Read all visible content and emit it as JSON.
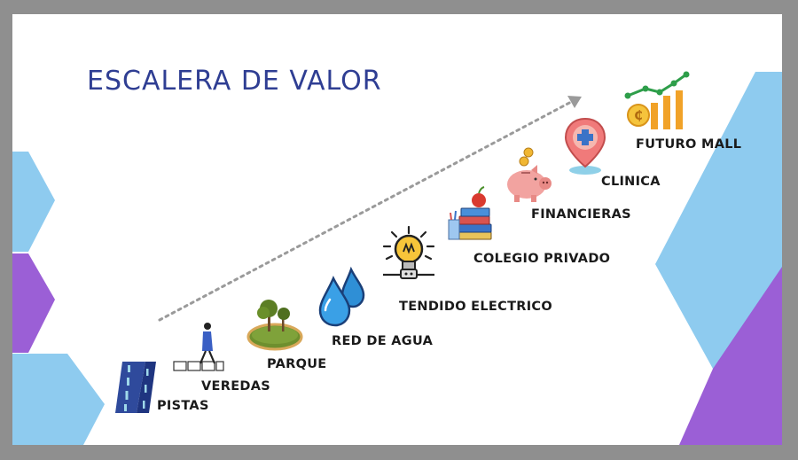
{
  "title": "ESCALERA DE VALOR",
  "steps": [
    {
      "label": "PISTAS",
      "icon": "road-icon"
    },
    {
      "label": "VEREDAS",
      "icon": "pedestrian-crossing-icon"
    },
    {
      "label": "PARQUE",
      "icon": "park-icon"
    },
    {
      "label": "RED DE AGUA",
      "icon": "water-drops-icon"
    },
    {
      "label": "TENDIDO ELECTRICO",
      "icon": "lightbulb-icon"
    },
    {
      "label": "COLEGIO PRIVADO",
      "icon": "books-icon"
    },
    {
      "label": "FINANCIERAS",
      "icon": "piggy-bank-icon"
    },
    {
      "label": "CLINICA",
      "icon": "clinic-location-pin-icon"
    },
    {
      "label": "FUTURO MALL",
      "icon": "growth-chart-icon"
    }
  ],
  "colors": {
    "title": "#2f3e93",
    "light_blue": "#8ecbef",
    "purple": "#9b5fd6",
    "arrow": "#9a9a9a"
  }
}
